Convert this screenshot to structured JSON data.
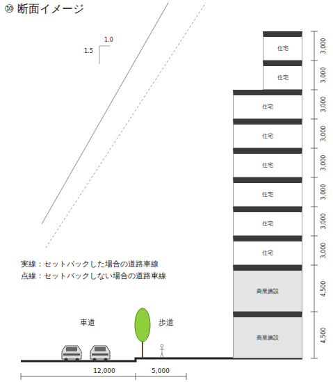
{
  "diagram": {
    "title": "⑩ 断面イメージ",
    "nodes": [
      {
        "text": [
          "住宅"
        ]
      },
      {
        "text": [
          "住宅"
        ]
      },
      {
        "text": [
          "住宅"
        ]
      },
      {
        "text": [
          "住宅"
        ]
      },
      {
        "text": [
          "住宅"
        ]
      },
      {
        "text": [
          "住宅"
        ]
      },
      {
        "text": [
          "住宅"
        ]
      },
      {
        "text": [
          "住宅"
        ]
      },
      {
        "text": [
          "商業施設"
        ]
      },
      {
        "text": [
          "商業施設"
        ]
      }
    ],
    "labels": [
      "1.0",
      "1.5",
      "実線：セットバックした場合の道路車線",
      "点線：セットバックしない場合の道路車線",
      "車道",
      "歩道",
      "3,000",
      "3,000",
      "3,000",
      "3,000",
      "3,000",
      "3,000",
      "3,000",
      "3,000",
      "4,500",
      "4,500",
      "12,000",
      "5,000"
    ]
  }
}
